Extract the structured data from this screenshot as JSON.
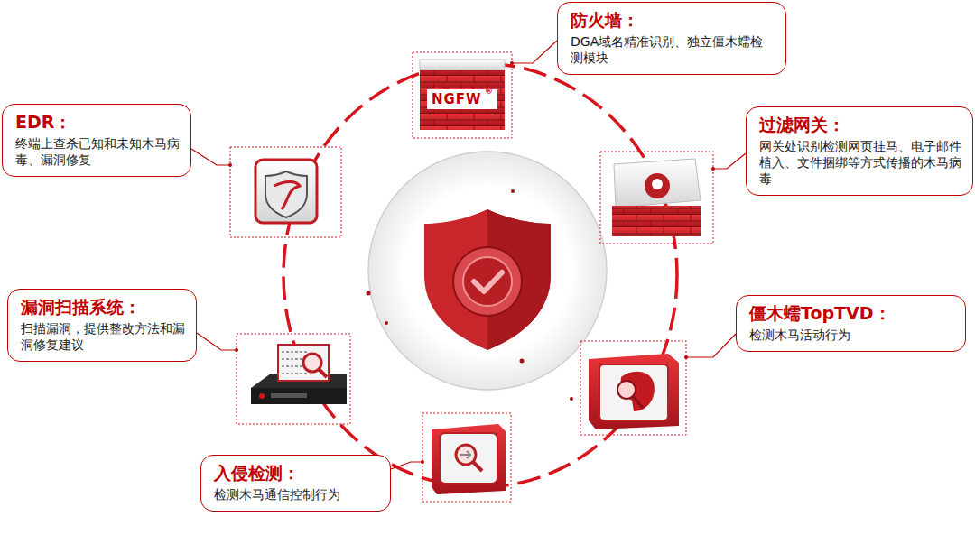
{
  "diagram": {
    "nodes": [
      {
        "text": [
          "防火墙：",
          "DGA域名精准识别、独立僵木蠕检测模块"
        ]
      },
      {
        "text": [
          "EDR：",
          "终端上查杀已知和未知木马病毒、漏洞修复"
        ]
      },
      {
        "text": [
          "过滤网关：",
          "网关处识别检测网页挂马、电子邮件植入、文件捆绑等方式传播的木马病毒"
        ]
      },
      {
        "text": [
          "漏洞扫描系统：",
          "扫描漏洞，提供整改方法和漏洞修复建议"
        ]
      },
      {
        "text": [
          "僵木蠕TopTVD：",
          "检测木马活动行为"
        ]
      },
      {
        "text": [
          "入侵检测：",
          "检测木马通信控制行为"
        ]
      }
    ],
    "labels": [
      "NGFW",
      "®"
    ]
  }
}
